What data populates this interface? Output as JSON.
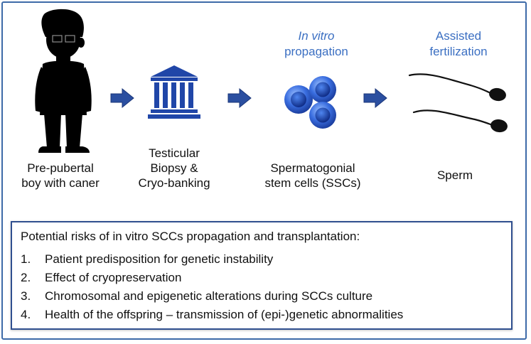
{
  "steps": [
    {
      "label_lines": [
        "Pre-pubertal",
        "boy with caner"
      ],
      "icon": "boy-silhouette-icon"
    },
    {
      "label_lines": [
        "Testicular",
        "Biopsy &",
        "Cryo-banking"
      ],
      "icon": "bank-building-icon"
    },
    {
      "label_lines": [
        "Spermatogonial",
        "stem cells (SSCs)"
      ],
      "icon": "cells-cluster-icon",
      "header_italic": "In vitro",
      "header_normal": "propagation"
    },
    {
      "label_lines": [
        "Sperm"
      ],
      "icon": "sperm-icon",
      "header_lines": [
        "Assisted",
        "fertilization"
      ]
    }
  ],
  "risks": {
    "title": "Potential risks of in vitro SCCs propagation and transplantation:",
    "items": [
      {
        "num": "1.",
        "text": "Patient predisposition for genetic instability"
      },
      {
        "num": "2.",
        "text": "Effect of cryopreservation"
      },
      {
        "num": "3.",
        "text": "Chromosomal and epigenetic alterations during SCCs culture"
      },
      {
        "num": "4.",
        "text": "Health of the offspring – transmission of (epi-)genetic abnormalities"
      }
    ]
  },
  "colors": {
    "arrow": "#2b4fa0",
    "accent_text": "#3b6fc2",
    "cells": "#2d5fd0",
    "frame": "#3d6aa8"
  }
}
